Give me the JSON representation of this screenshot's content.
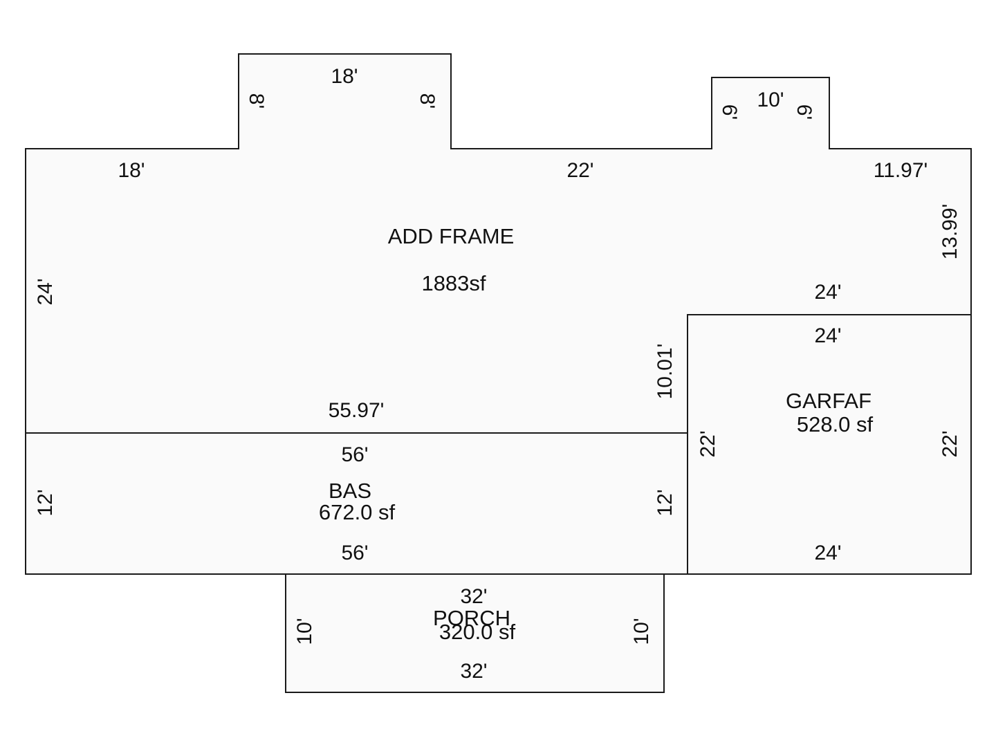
{
  "areas": {
    "add_frame": {
      "name": "ADD FRAME",
      "size": "1883sf",
      "dims": {
        "top_left": "18'",
        "top_middle": "22'",
        "top_right": "11.97'",
        "right": "13.99'",
        "left": "24'",
        "bottom": "55.97'",
        "garage_top": "24'",
        "inner_step": "10.01'"
      },
      "bump_left": {
        "top": "18'",
        "left": "8'",
        "right": "8'"
      },
      "bump_right": {
        "top": "10'",
        "left": "6'",
        "right": "6'"
      }
    },
    "bas": {
      "name": "BAS",
      "size": "672.0 sf",
      "dims": {
        "top": "56'",
        "bottom": "56'",
        "left": "12'",
        "right": "12'"
      }
    },
    "garage": {
      "name": "GARFAF",
      "size": "528.0 sf",
      "dims": {
        "top": "24'",
        "bottom": "24'",
        "left": "22'",
        "right": "22'"
      }
    },
    "porch": {
      "name": "PORCH",
      "size": "320.0 sf",
      "dims": {
        "top": "32'",
        "bottom": "32'",
        "left": "10'",
        "right": "10'"
      }
    }
  }
}
